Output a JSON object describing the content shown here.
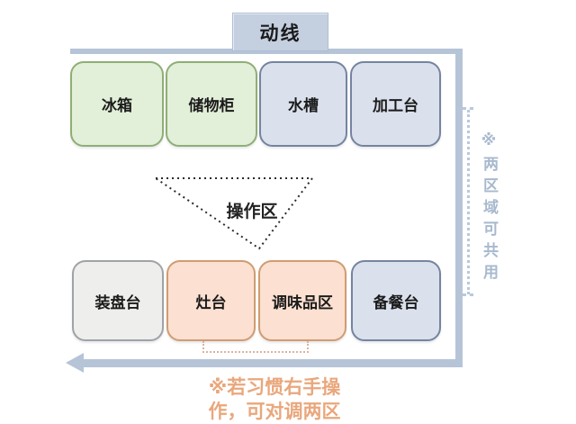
{
  "header": {
    "label": "动线"
  },
  "top_row": [
    {
      "label": "冰箱",
      "type": "green"
    },
    {
      "label": "储物柜",
      "type": "green"
    },
    {
      "label": "水槽",
      "type": "blue"
    },
    {
      "label": "加工台",
      "type": "blue"
    }
  ],
  "work_zone": {
    "label": "操作区"
  },
  "bottom_row": [
    {
      "label": "装盘台",
      "type": "gray"
    },
    {
      "label": "灶台",
      "type": "orange"
    },
    {
      "label": "调味品区",
      "type": "orange"
    },
    {
      "label": "备餐台",
      "type": "blue"
    }
  ],
  "side_note": {
    "label": "※两区域可共用"
  },
  "bottom_note": {
    "line1": "※若习惯右手操",
    "line2": "作，可对调两区"
  },
  "colors": {
    "flow_line": "#b6c4d7",
    "header_fill": "#c4cfe0",
    "green_fill": "#e2efd9",
    "green_border": "#8fae77",
    "blue_fill": "#dae1ed",
    "blue_border": "#75849f",
    "gray_fill": "#eeeeec",
    "gray_border": "#9fa3a7",
    "orange_fill": "#fce0d1",
    "orange_border": "#d09c72",
    "side_note_text": "#a8b9ce",
    "bottom_note_text": "#e9a77c",
    "swap_marker": "#dfb2a0"
  }
}
